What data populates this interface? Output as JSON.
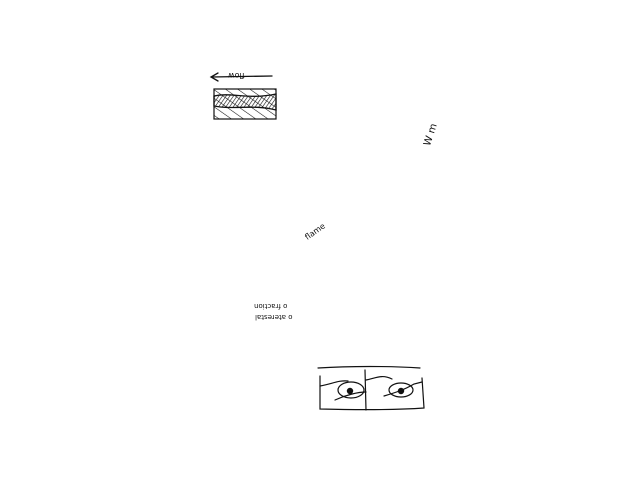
{
  "sketch": {
    "ink_color": "#111111",
    "background": "#ffffff",
    "labels": {
      "flow_arrow": "flow",
      "side_note": "W m",
      "diagonal_note": "flame",
      "rotated_line1": "o fraction",
      "rotated_line2": "o aterestal"
    }
  }
}
